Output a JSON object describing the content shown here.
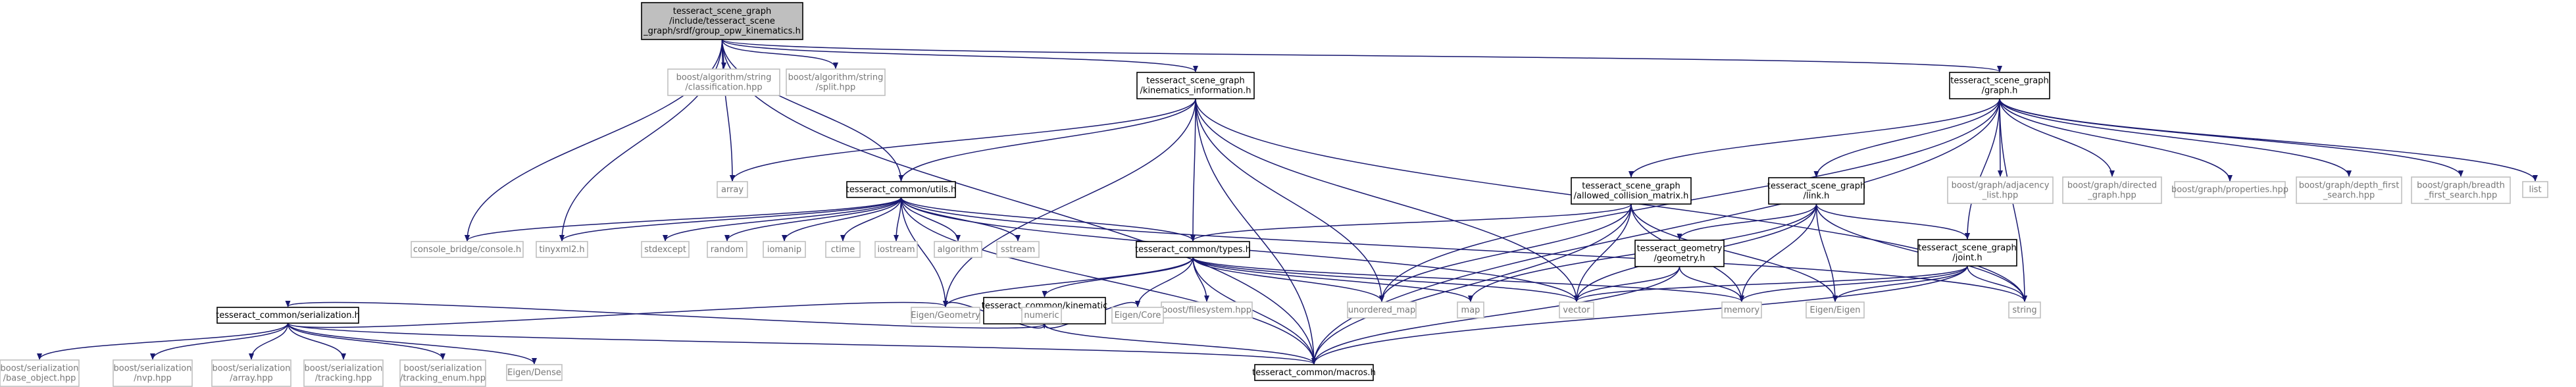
{
  "colors": {
    "edge": "#191970",
    "root_fill": "#bfbfbf",
    "node_border": "#000000",
    "external_border": "#bfbfbf",
    "external_text": "#777777"
  },
  "nodes": [
    {
      "id": "root",
      "lines": [
        "tesseract_scene_graph",
        "/include/tesseract_scene",
        "_graph/srdf/group_opw_kinematics.h"
      ],
      "kind": "root"
    },
    {
      "id": "str_class",
      "lines": [
        "boost/algorithm/string",
        "/classification.hpp"
      ],
      "kind": "external"
    },
    {
      "id": "str_split",
      "lines": [
        "boost/algorithm/string",
        "/split.hpp"
      ],
      "kind": "external"
    },
    {
      "id": "kin_info",
      "lines": [
        "tesseract_scene_graph",
        "/kinematics_information.h"
      ],
      "kind": "internal"
    },
    {
      "id": "graph_h",
      "lines": [
        "tesseract_scene_graph",
        "/graph.h"
      ],
      "kind": "internal"
    },
    {
      "id": "array",
      "lines": [
        "array"
      ],
      "kind": "external"
    },
    {
      "id": "utils",
      "lines": [
        "tesseract_common/utils.h"
      ],
      "kind": "internal"
    },
    {
      "id": "acm",
      "lines": [
        "tesseract_scene_graph",
        "/allowed_collision_matrix.h"
      ],
      "kind": "internal"
    },
    {
      "id": "link_h",
      "lines": [
        "tesseract_scene_graph",
        "/link.h"
      ],
      "kind": "internal"
    },
    {
      "id": "adj_list",
      "lines": [
        "boost/graph/adjacency",
        "_list.hpp"
      ],
      "kind": "external"
    },
    {
      "id": "directed",
      "lines": [
        "boost/graph/directed",
        "_graph.hpp"
      ],
      "kind": "external"
    },
    {
      "id": "properties",
      "lines": [
        "boost/graph/properties.hpp"
      ],
      "kind": "external"
    },
    {
      "id": "dfs",
      "lines": [
        "boost/graph/depth_first",
        "_search.hpp"
      ],
      "kind": "external"
    },
    {
      "id": "bfs",
      "lines": [
        "boost/graph/breadth",
        "_first_search.hpp"
      ],
      "kind": "external"
    },
    {
      "id": "list",
      "lines": [
        "list"
      ],
      "kind": "external"
    },
    {
      "id": "console",
      "lines": [
        "console_bridge/console.h"
      ],
      "kind": "external"
    },
    {
      "id": "tinyxml",
      "lines": [
        "tinyxml2.h"
      ],
      "kind": "external"
    },
    {
      "id": "stdexcept",
      "lines": [
        "stdexcept"
      ],
      "kind": "external"
    },
    {
      "id": "random",
      "lines": [
        "random"
      ],
      "kind": "external"
    },
    {
      "id": "iomanip",
      "lines": [
        "iomanip"
      ],
      "kind": "external"
    },
    {
      "id": "ctime",
      "lines": [
        "ctime"
      ],
      "kind": "external"
    },
    {
      "id": "iostream",
      "lines": [
        "iostream"
      ],
      "kind": "external"
    },
    {
      "id": "algorithm",
      "lines": [
        "algorithm"
      ],
      "kind": "external"
    },
    {
      "id": "sstream",
      "lines": [
        "sstream"
      ],
      "kind": "external"
    },
    {
      "id": "types",
      "lines": [
        "tesseract_common/types.h"
      ],
      "kind": "internal"
    },
    {
      "id": "geom",
      "lines": [
        "tesseract_geometry",
        "/geometry.h"
      ],
      "kind": "internal"
    },
    {
      "id": "joint",
      "lines": [
        "tesseract_scene_graph",
        "/joint.h"
      ],
      "kind": "internal"
    },
    {
      "id": "kin_limits",
      "lines": [
        "tesseract_common/kinematic",
        "_limits.h"
      ],
      "kind": "internal"
    },
    {
      "id": "filesystem",
      "lines": [
        "boost/filesystem.hpp"
      ],
      "kind": "external"
    },
    {
      "id": "unordered_map",
      "lines": [
        "unordered_map"
      ],
      "kind": "external"
    },
    {
      "id": "map",
      "lines": [
        "map"
      ],
      "kind": "external"
    },
    {
      "id": "vector",
      "lines": [
        "vector"
      ],
      "kind": "external"
    },
    {
      "id": "memory",
      "lines": [
        "memory"
      ],
      "kind": "external"
    },
    {
      "id": "eigen_eigen",
      "lines": [
        "Eigen/Eigen"
      ],
      "kind": "external"
    },
    {
      "id": "string",
      "lines": [
        "string"
      ],
      "kind": "external"
    },
    {
      "id": "serialization",
      "lines": [
        "tesseract_common/serialization.h"
      ],
      "kind": "internal"
    },
    {
      "id": "eigen_geometry",
      "lines": [
        "Eigen/Geometry"
      ],
      "kind": "external"
    },
    {
      "id": "numeric",
      "lines": [
        "numeric"
      ],
      "kind": "external"
    },
    {
      "id": "eigen_core",
      "lines": [
        "Eigen/Core"
      ],
      "kind": "external"
    },
    {
      "id": "base_object",
      "lines": [
        "boost/serialization",
        "/base_object.hpp"
      ],
      "kind": "external"
    },
    {
      "id": "nvp",
      "lines": [
        "boost/serialization",
        "/nvp.hpp"
      ],
      "kind": "external"
    },
    {
      "id": "ser_array",
      "lines": [
        "boost/serialization",
        "/array.hpp"
      ],
      "kind": "external"
    },
    {
      "id": "tracking",
      "lines": [
        "boost/serialization",
        "/tracking.hpp"
      ],
      "kind": "external"
    },
    {
      "id": "tracking_enum",
      "lines": [
        "boost/serialization",
        "/tracking_enum.hpp"
      ],
      "kind": "external"
    },
    {
      "id": "eigen_dense",
      "lines": [
        "Eigen/Dense"
      ],
      "kind": "external"
    },
    {
      "id": "macros",
      "lines": [
        "tesseract_common/macros.h"
      ],
      "kind": "internal"
    }
  ],
  "edges": [
    [
      "root",
      "str_class"
    ],
    [
      "root",
      "str_split"
    ],
    [
      "root",
      "kin_info"
    ],
    [
      "root",
      "graph_h"
    ],
    [
      "root",
      "array"
    ],
    [
      "root",
      "utils"
    ],
    [
      "root",
      "console"
    ],
    [
      "root",
      "tinyxml"
    ],
    [
      "root",
      "macros"
    ],
    [
      "kin_info",
      "array"
    ],
    [
      "kin_info",
      "utils"
    ],
    [
      "kin_info",
      "types"
    ],
    [
      "kin_info",
      "unordered_map"
    ],
    [
      "kin_info",
      "vector"
    ],
    [
      "kin_info",
      "string"
    ],
    [
      "kin_info",
      "eigen_geometry"
    ],
    [
      "kin_info",
      "macros"
    ],
    [
      "graph_h",
      "acm"
    ],
    [
      "graph_h",
      "link_h"
    ],
    [
      "graph_h",
      "joint"
    ],
    [
      "graph_h",
      "adj_list"
    ],
    [
      "graph_h",
      "directed"
    ],
    [
      "graph_h",
      "properties"
    ],
    [
      "graph_h",
      "dfs"
    ],
    [
      "graph_h",
      "bfs"
    ],
    [
      "graph_h",
      "list"
    ],
    [
      "graph_h",
      "string"
    ],
    [
      "graph_h",
      "unordered_map"
    ],
    [
      "graph_h",
      "macros"
    ],
    [
      "utils",
      "console"
    ],
    [
      "utils",
      "tinyxml"
    ],
    [
      "utils",
      "stdexcept"
    ],
    [
      "utils",
      "random"
    ],
    [
      "utils",
      "iomanip"
    ],
    [
      "utils",
      "ctime"
    ],
    [
      "utils",
      "iostream"
    ],
    [
      "utils",
      "algorithm"
    ],
    [
      "utils",
      "sstream"
    ],
    [
      "utils",
      "types"
    ],
    [
      "utils",
      "vector"
    ],
    [
      "utils",
      "string"
    ],
    [
      "utils",
      "eigen_geometry"
    ],
    [
      "utils",
      "macros"
    ],
    [
      "acm",
      "types"
    ],
    [
      "acm",
      "unordered_map"
    ],
    [
      "acm",
      "vector"
    ],
    [
      "acm",
      "memory"
    ],
    [
      "acm",
      "eigen_eigen"
    ],
    [
      "acm",
      "macros"
    ],
    [
      "link_h",
      "geom"
    ],
    [
      "link_h",
      "joint"
    ],
    [
      "link_h",
      "map"
    ],
    [
      "link_h",
      "vector"
    ],
    [
      "link_h",
      "memory"
    ],
    [
      "link_h",
      "eigen_eigen"
    ],
    [
      "link_h",
      "string"
    ],
    [
      "joint",
      "vector"
    ],
    [
      "joint",
      "memory"
    ],
    [
      "joint",
      "eigen_eigen"
    ],
    [
      "joint",
      "string"
    ],
    [
      "joint",
      "macros"
    ],
    [
      "geom",
      "vector"
    ],
    [
      "geom",
      "memory"
    ],
    [
      "geom",
      "macros"
    ],
    [
      "types",
      "kin_limits"
    ],
    [
      "types",
      "filesystem"
    ],
    [
      "types",
      "unordered_map"
    ],
    [
      "types",
      "map"
    ],
    [
      "types",
      "vector"
    ],
    [
      "types",
      "memory"
    ],
    [
      "types",
      "eigen_core"
    ],
    [
      "types",
      "eigen_geometry"
    ],
    [
      "types",
      "macros"
    ],
    [
      "kin_limits",
      "serialization"
    ],
    [
      "kin_limits",
      "eigen_geometry"
    ],
    [
      "kin_limits",
      "numeric"
    ],
    [
      "kin_limits",
      "eigen_core"
    ],
    [
      "kin_limits",
      "macros"
    ],
    [
      "serialization",
      "base_object"
    ],
    [
      "serialization",
      "nvp"
    ],
    [
      "serialization",
      "ser_array"
    ],
    [
      "serialization",
      "tracking"
    ],
    [
      "serialization",
      "tracking_enum"
    ],
    [
      "serialization",
      "eigen_dense"
    ],
    [
      "serialization",
      "eigen_geometry"
    ],
    [
      "serialization",
      "macros"
    ]
  ]
}
